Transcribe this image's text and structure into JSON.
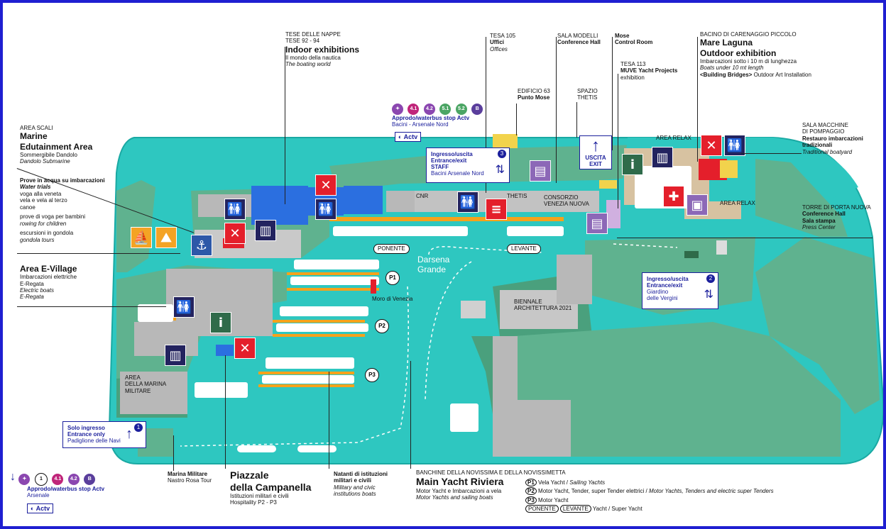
{
  "colors": {
    "water": "#2ec7c0",
    "land": "#5fb28f",
    "land_dark": "#4aa07d",
    "building": "#b8b8b8",
    "hall_blue": "#2b6fe0",
    "pier": "#f5a21b",
    "frame": "#1f1fd1"
  },
  "labels": {
    "tese_title": "TESE DELLE NAPPE",
    "tese_num": "TESE 92 - 94",
    "tese_main": "Indoor exhibitions",
    "tese_it": "Il mondo della nautica",
    "tese_en": "The boating world",
    "tesa105": "TESA 105",
    "uffici": "Uffici",
    "offices": "Offices",
    "edificio63": "EDIFICIO 63",
    "punto_mose": "Punto Mose",
    "sala_modelli": "SALA MODELLI",
    "conference_hall": "Conference Hall",
    "spazio_thetis": "SPAZIO",
    "thetis_word": "THETIS",
    "mose": "Mose",
    "control_room": "Control Room",
    "tesa113": "TESA 113",
    "muve": "MUVE Yacht Projects",
    "exhibition": "exhibition",
    "bacino": "BACINO DI CARENAGGIO PICCOLO",
    "mare_laguna": "Mare Laguna",
    "outdoor": "Outdoor exhibition",
    "imbarcazioni10": "Imbarcazioni sotto i 10 m di lunghezza",
    "boats10": "Boats under 10 mt length",
    "building_bridges": "<Building Bridges>",
    "outdoor_art": " Outdoor Art Installation",
    "sala_macchine": "SALA MACCHINE",
    "di_pompaggio": "DI POMPAGGIO",
    "restauro": "Restauro imbarcazioni",
    "tradizionali": "tradizionali",
    "traditional_boatyard": "Traditional boatyard",
    "torre": "TORRE DI PORTA NUOVA",
    "torre_conf": "Conference Hall",
    "sala_stampa": "Sala stampa",
    "press_center": "Press Center",
    "area_scali": "AREA SCALI",
    "marine": "Marine",
    "edutainment": "Edutainment Area",
    "sommergibile": "Sommergibile Dandolo",
    "dandolo_sub": "Dandolo Submarine",
    "prove_acqua": "Prove in acqua su imbarcazioni",
    "water_trials": "Water trials",
    "voga": "voga alla veneta",
    "vela": "vela e vela al terzo",
    "canoe": "canoe",
    "prove_voga": "prove di voga per bambini",
    "rowing": "rowing for children",
    "escursioni": "escursioni in gondola",
    "gondola_tours": "gondola tours",
    "area_evillage": "Area E-Village",
    "imbarcazioni_el": "Imbarcazioni elettriche",
    "eregata_it": "E-Regata",
    "electric_boats": "Electric boats",
    "eregata_en": "E-Regata",
    "area_relax1": "AREA RELAX",
    "area_relax2": "AREA RELAX",
    "cnr": "CNR",
    "thetis_map": "THETIS",
    "consorzio1": "CONSORZIO",
    "consorzio2": "VENEZIA NUOVA",
    "ponente": "PONENTE",
    "levante": "LEVANTE",
    "darsena1": "Darsena",
    "darsena2": "Grande",
    "moro": "Moro di Venezia",
    "biennale1": "BIENNALE",
    "biennale2": "ARCHITETTURA 2021",
    "marina_mil1": "AREA",
    "marina_mil2": "DELLA MARINA",
    "marina_mil3": "MILITARE",
    "p1": "P1",
    "p2": "P2",
    "p3": "P3",
    "uscita": "USCITA",
    "exit": "EXIT",
    "waterbus_top": "Approdo/waterbus stop Actv",
    "bacini": "Bacini - Arsenale Nord",
    "actv": "Actv",
    "waterbus_bottom": "Approdo/waterbus stop Actv",
    "arsenale": "Arsenale",
    "marina_militare": "Marina Militare",
    "nastro_rosa": "Nastro Rosa Tour",
    "piazzale1": "Piazzale",
    "piazzale2": "della Campanella",
    "istituzioni": "Istituzioni militari e civili",
    "hospitality": "Hospitality P2 - P3",
    "natanti1": "Natanti di istituzioni",
    "natanti2": "militari e civili",
    "natanti3": "Military and civic",
    "natanti4": "institutions boats",
    "banchine": "BANCHINE DELLA NOVISSIMA E DELLA NOVISSIMETTA",
    "main_riviera": "Main Yacht Riviera",
    "motor_yacht": "Motor Yacht e Imbarcazioni a vela",
    "motor_yachts_en": "Motor Yachts and sailing boats"
  },
  "stops_top": [
    "4.1",
    "4.2",
    "5.1",
    "5.2",
    "B"
  ],
  "stops_bottom": [
    "1",
    "4.1",
    "4.2",
    "B"
  ],
  "entrances": [
    {
      "num": "3",
      "l1": "Ingresso/uscita",
      "l2": "Entrance/exit",
      "l3": "STAFF",
      "l4": "Bacini Arsenale Nord"
    },
    {
      "num": "2",
      "l1": "Ingresso/uscita",
      "l2": "Entrance/exit",
      "l3": "Giardino",
      "l4": "delle Vergini"
    },
    {
      "num": "1",
      "l1": "Solo ingresso",
      "l2": "Entrance only",
      "l3": "Padiglione delle Navi",
      "l4": ""
    }
  ],
  "legend": [
    {
      "code": "P1",
      "text": "Vela Yacht / ",
      "text_en": "Sailing Yachts"
    },
    {
      "code": "P2",
      "text": "Motor Yacht, Tender, super Tender elettrici / ",
      "text_en": "Motor Yachts, Tenders and electric super Tenders"
    },
    {
      "code": "P3",
      "text": "Motor Yacht",
      "text_en": ""
    }
  ],
  "legend_last": {
    "a": "PONENTE",
    "b": "LEVANTE",
    "text": "Yacht / Super Yacht"
  },
  "icons": {
    "wc": "restroom-icon",
    "food": "restaurant-icon",
    "info": "info-icon",
    "aid": "first-aid-icon",
    "tickets": "ticket-icon",
    "press": "press-icon",
    "sail": "sailing-icon",
    "boat": "boat-icon",
    "guard": "guard-icon"
  }
}
